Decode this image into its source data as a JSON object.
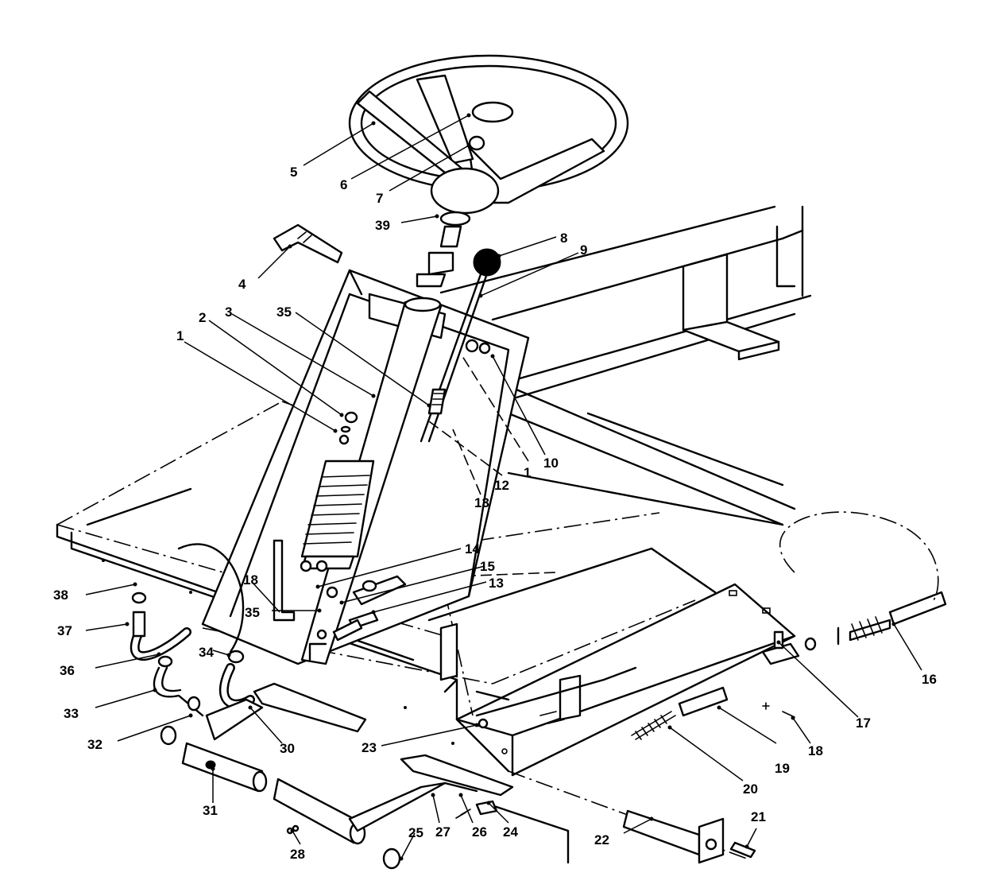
{
  "diagram": {
    "callouts": [
      "1",
      "2",
      "3",
      "4",
      "5",
      "6",
      "7",
      "39",
      "8",
      "9",
      "35",
      "10",
      "12",
      "1",
      "13",
      "14",
      "15",
      "13",
      "18",
      "35",
      "38",
      "37",
      "36",
      "34",
      "33",
      "32",
      "30",
      "31",
      "23",
      "16",
      "17",
      "18",
      "19",
      "20",
      "21",
      "22",
      "24",
      "25",
      "26",
      "27",
      "28"
    ]
  }
}
